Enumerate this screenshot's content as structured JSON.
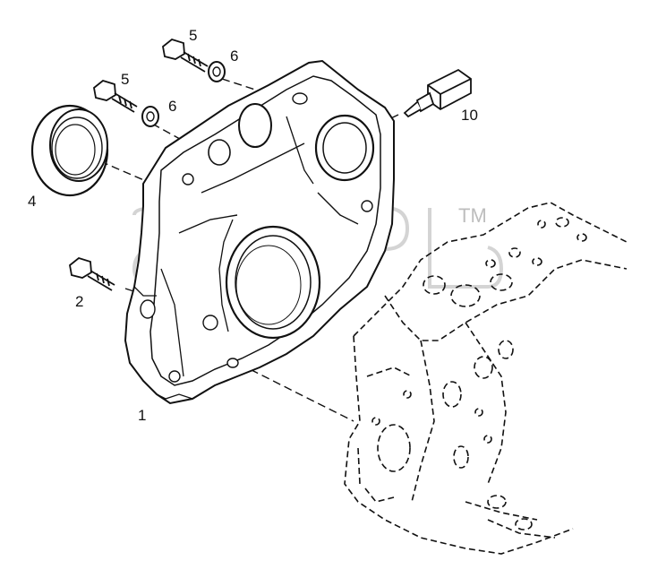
{
  "callouts": {
    "c1": "1",
    "c2": "2",
    "c4": "4",
    "c5a": "5",
    "c5b": "5",
    "c6a": "6",
    "c6b": "6",
    "c10": "10"
  },
  "watermark": {
    "tm": "TM"
  },
  "colors": {
    "line": "#111111",
    "watermark": "#d0d0d0"
  }
}
